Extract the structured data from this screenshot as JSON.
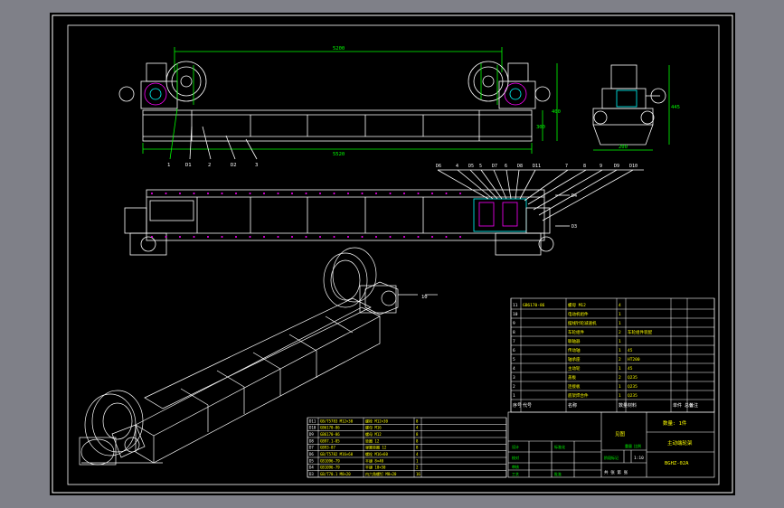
{
  "drawing": {
    "colors": {
      "background": "#000000",
      "frame": "#ffffff",
      "outline": "#ffffff",
      "dimension": "#00ff00",
      "part_detail": "#ff00ff",
      "hatch": "#00ffff",
      "surround": "#7f8088"
    },
    "front_view": {
      "overall_dimension": "5200",
      "height_dimensions": [
        "400",
        "300"
      ],
      "base_dimension": "5520",
      "leader_labels": [
        "1",
        "D1",
        "2",
        "D2",
        "3"
      ]
    },
    "side_view": {
      "width_dimension": "200",
      "height_dimension": "445"
    },
    "top_view": {
      "leader_labels_top": [
        "D6",
        "4",
        "D5",
        "5",
        "D7",
        "6",
        "D8",
        "D11",
        "7",
        "8",
        "9",
        "D9",
        "D10"
      ],
      "leader_labels_right": [
        "D4",
        "D3"
      ]
    },
    "isometric_view": {
      "callout": "10"
    },
    "parts_list": {
      "rows": [
        [
          "11",
          "GB6170-86",
          "螺母 M12",
          "4",
          "",
          ""
        ],
        [
          "10",
          "",
          "电动机组件",
          "1",
          "",
          ""
        ],
        [
          "9",
          "",
          "摆线针轮减速机",
          "1",
          "",
          ""
        ],
        [
          "8",
          "",
          "车轮组件",
          "2",
          "车轮组件装配",
          ""
        ],
        [
          "7",
          "",
          "联轴器",
          "1",
          "",
          ""
        ],
        [
          "6",
          "",
          "传动轴",
          "1",
          "45",
          ""
        ],
        [
          "5",
          "",
          "轴承座",
          "2",
          "HT200",
          ""
        ],
        [
          "4",
          "",
          "主动轮",
          "1",
          "45",
          ""
        ],
        [
          "3",
          "",
          "盖板",
          "2",
          "Q235",
          ""
        ],
        [
          "2",
          "",
          "连接板",
          "1",
          "Q235",
          ""
        ],
        [
          "1",
          "",
          "底架焊合件",
          "1",
          "Q235",
          ""
        ]
      ],
      "header": [
        "序号",
        "代号",
        "名称",
        "数量",
        "材料",
        "单件 总计",
        "备注"
      ]
    },
    "standard_parts": {
      "rows": [
        [
          "D11",
          "GB/T5783 M12×30",
          "螺栓 M12×30",
          "8",
          ""
        ],
        [
          "D10",
          "GB6170-86",
          "螺母 M16",
          "4",
          ""
        ],
        [
          "D9",
          "GB6170-86",
          "螺母 M12",
          "8",
          ""
        ],
        [
          "D8",
          "GB97.1-85",
          "垫圈 12",
          "8",
          ""
        ],
        [
          "D7",
          "GB93-87",
          "弹簧垫圈 12",
          "8",
          ""
        ],
        [
          "D6",
          "GB/T5782 M16×60",
          "螺栓 M16×60",
          "4",
          ""
        ],
        [
          "D5",
          "GB1096-79",
          "平键 8×40",
          "1",
          ""
        ],
        [
          "D4",
          "GB1096-79",
          "平键 10×50",
          "2",
          ""
        ],
        [
          "D3",
          "GB/T70.1 M8×20",
          "内六角螺钉 M8×20",
          "16",
          ""
        ]
      ]
    },
    "title_block": {
      "part_name": "主动端轮架",
      "drawing_number": "BGHZ-02A",
      "material": "见图",
      "quantity": "数量: 1件",
      "scale": "1:10",
      "sheet": "共 张 第 张",
      "sign_labels": [
        "设计",
        "校对",
        "审核",
        "工艺",
        "标准化",
        "批准"
      ],
      "stage_labels": [
        "阶段标记",
        "重量",
        "比例"
      ]
    }
  }
}
